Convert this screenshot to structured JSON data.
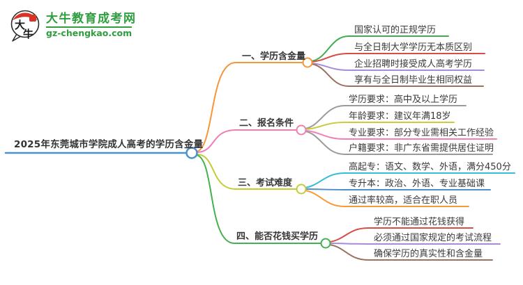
{
  "brand": {
    "title": "大牛教育成考网",
    "url": "gz-chengkao.com",
    "icon_chars": [
      "大",
      "牛"
    ],
    "color_green": "#2e9e3e",
    "color_red": "#d63426"
  },
  "mindmap": {
    "root": {
      "label": "2025年东莞城市学院成人高考的学历含金量",
      "color": "#4a90d2"
    },
    "branches": [
      {
        "label": "一、学历含金量",
        "color": "#f5953c",
        "children": [
          {
            "label": "国家认可的正规学历",
            "color": "#3fae4c"
          },
          {
            "label": "与全日制大学学历无本质区别",
            "color": "#d64d48"
          },
          {
            "label": "企业招聘时接受成人高考学历",
            "color": "#a68bd8"
          },
          {
            "label": "享有与全日制毕业生相同权益",
            "color": "#9b6f61"
          }
        ]
      },
      {
        "label": "二、报名条件",
        "color": "#ee7fb4",
        "children": [
          {
            "label": "学历要求：高中及以上学历",
            "color": "#9a9a9a"
          },
          {
            "label": "年龄要求：建议年满18岁",
            "color": "#c9cc3e"
          },
          {
            "label": "专业要求：部分专业需相关工作经验",
            "color": "#f47fb5"
          },
          {
            "label": "户籍要求：非广东省需提供居住证明",
            "color": "#9a9a9a"
          }
        ]
      },
      {
        "label": "三、考试难度",
        "color": "#c3cc35",
        "children": [
          {
            "label": "高起专：语文、数学、外语，满分450分",
            "color": "#35bcd9"
          },
          {
            "label": "专升本：政治、外语、专业基础课",
            "color": "#4e8ccb"
          },
          {
            "label": "通过率较高，适合在职人员",
            "color": "#f79b36"
          }
        ]
      },
      {
        "label": "四、能否花钱买学历",
        "color": "#44b14e",
        "children": [
          {
            "label": "学历不能通过花钱获得",
            "color": "#d64d48"
          },
          {
            "label": "必须通过国家规定的考试流程",
            "color": "#a68bd8"
          },
          {
            "label": "确保学历的真实性和含金量",
            "color": "#9b6f61"
          }
        ]
      }
    ]
  }
}
